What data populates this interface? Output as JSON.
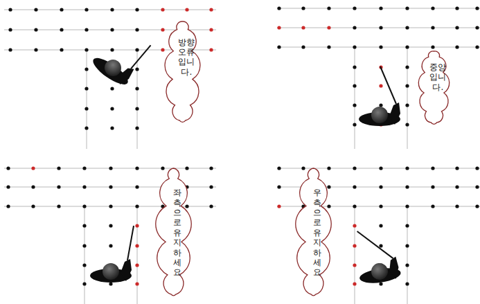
{
  "diagram": {
    "nodes": [
      {
        "text": [
          "방향 오류 입니다."
        ]
      },
      {
        "text": [
          "중앙 입니다."
        ]
      },
      {
        "text": [
          "좌측으로 유지하세요"
        ]
      },
      {
        "text": [
          "우측으로 유지하세요"
        ]
      }
    ]
  }
}
